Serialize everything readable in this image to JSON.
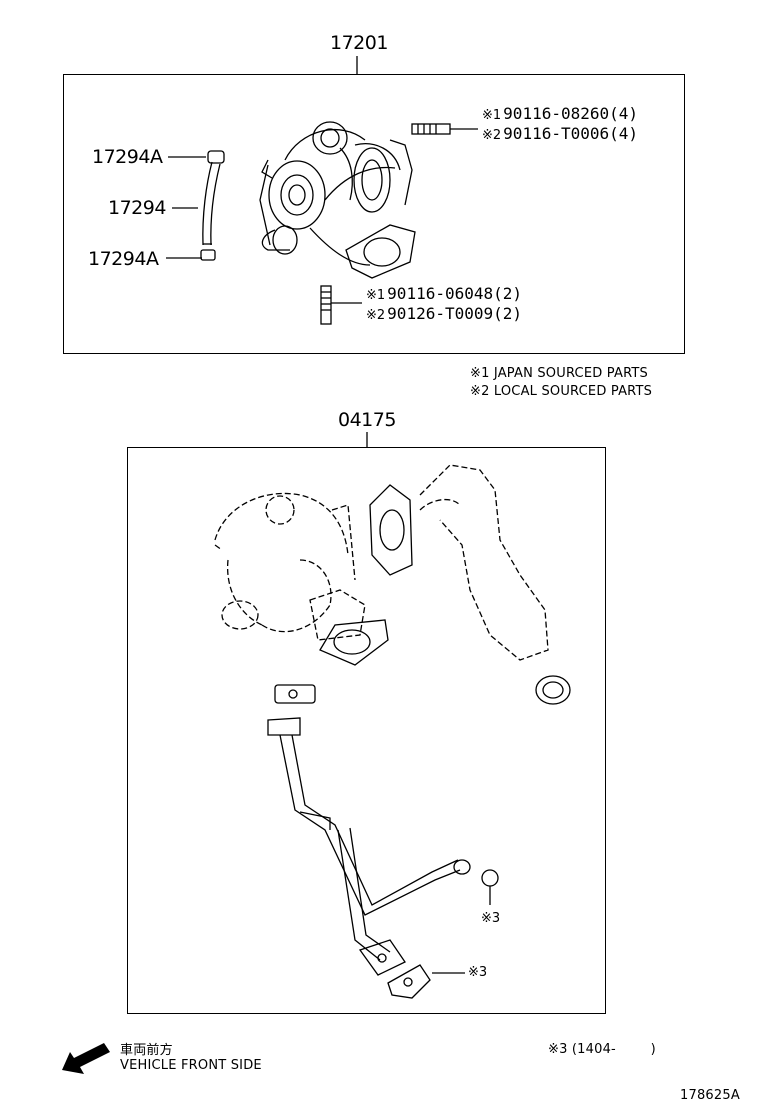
{
  "assembly_17201": {
    "title": "17201",
    "left_parts": [
      {
        "part": "17294A"
      },
      {
        "part": "17294"
      },
      {
        "part": "17294A"
      }
    ],
    "studs_upper": [
      {
        "mark": "※1",
        "part": "90116-08260(4)"
      },
      {
        "mark": "※2",
        "part": "90116-T0006(4)"
      }
    ],
    "studs_lower": [
      {
        "mark": "※1",
        "part": "90116-06048(2)"
      },
      {
        "mark": "※2",
        "part": "90126-T0009(2)"
      }
    ]
  },
  "notes": [
    "※1 JAPAN SOURCED PARTS",
    "※2 LOCAL SOURCED PARTS"
  ],
  "gasket_kit_04175": {
    "title": "04175",
    "callout_a": "※3",
    "callout_b": "※3"
  },
  "footer": {
    "front_label_jp": "車両前方",
    "front_label_en": "VEHICLE FRONT SIDE",
    "note3": "※3 (1404-        )",
    "figure_id": "178625A"
  }
}
